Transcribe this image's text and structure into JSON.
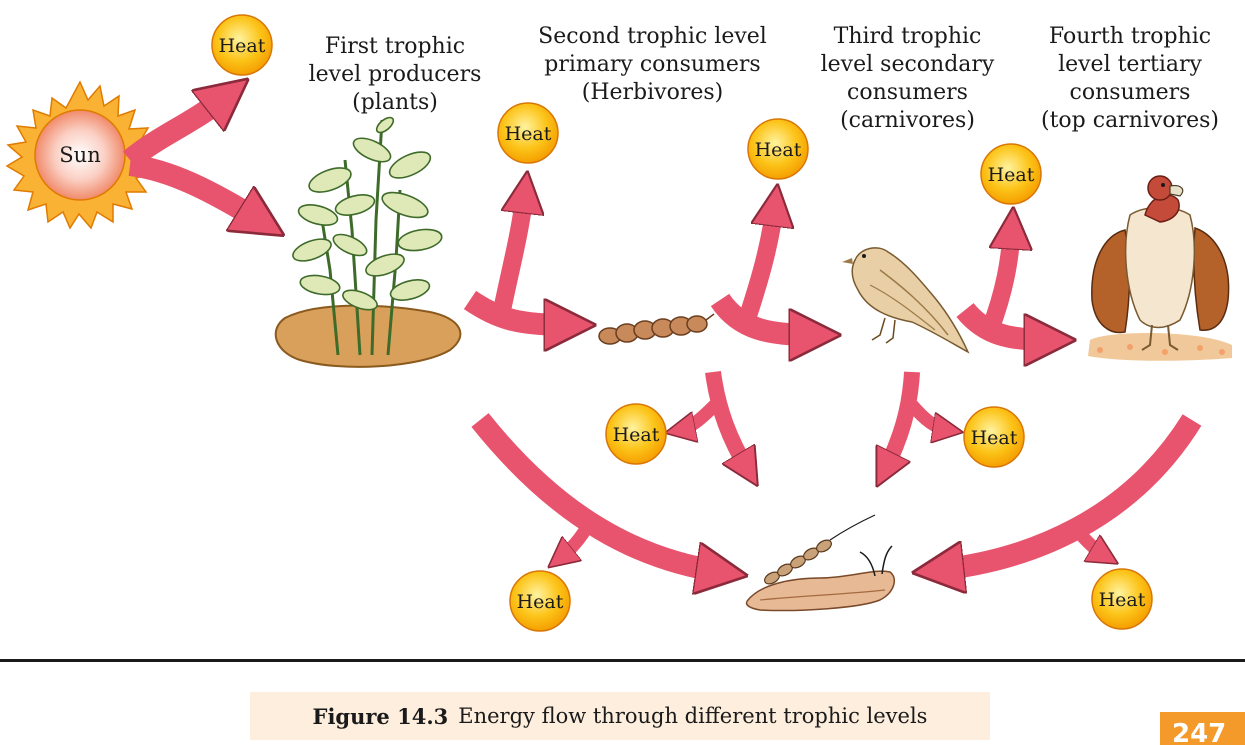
{
  "sun": {
    "label": "Sun"
  },
  "heat_label": "Heat",
  "levels": [
    {
      "lines": [
        "First trophic",
        "level producers",
        "(plants)"
      ]
    },
    {
      "lines": [
        "Second trophic level",
        "primary consumers",
        "(Herbivores)"
      ]
    },
    {
      "lines": [
        "Third trophic",
        "level  secondary",
        "consumers",
        "(carnivores)"
      ]
    },
    {
      "lines": [
        "Fourth trophic",
        "level tertiary",
        "consumers",
        "(top carnivores)"
      ]
    }
  ],
  "caption": {
    "figure": "Figure 14.3",
    "text": "Energy flow through different trophic levels"
  },
  "page_number": "247",
  "colors": {
    "arrow": "#e8536e",
    "heat_fill": "#fcc419",
    "heat_stroke": "#d97706",
    "sun": "#f5a623",
    "caption_bg": "#fdeedd",
    "page_tab": "#f39a2b"
  }
}
